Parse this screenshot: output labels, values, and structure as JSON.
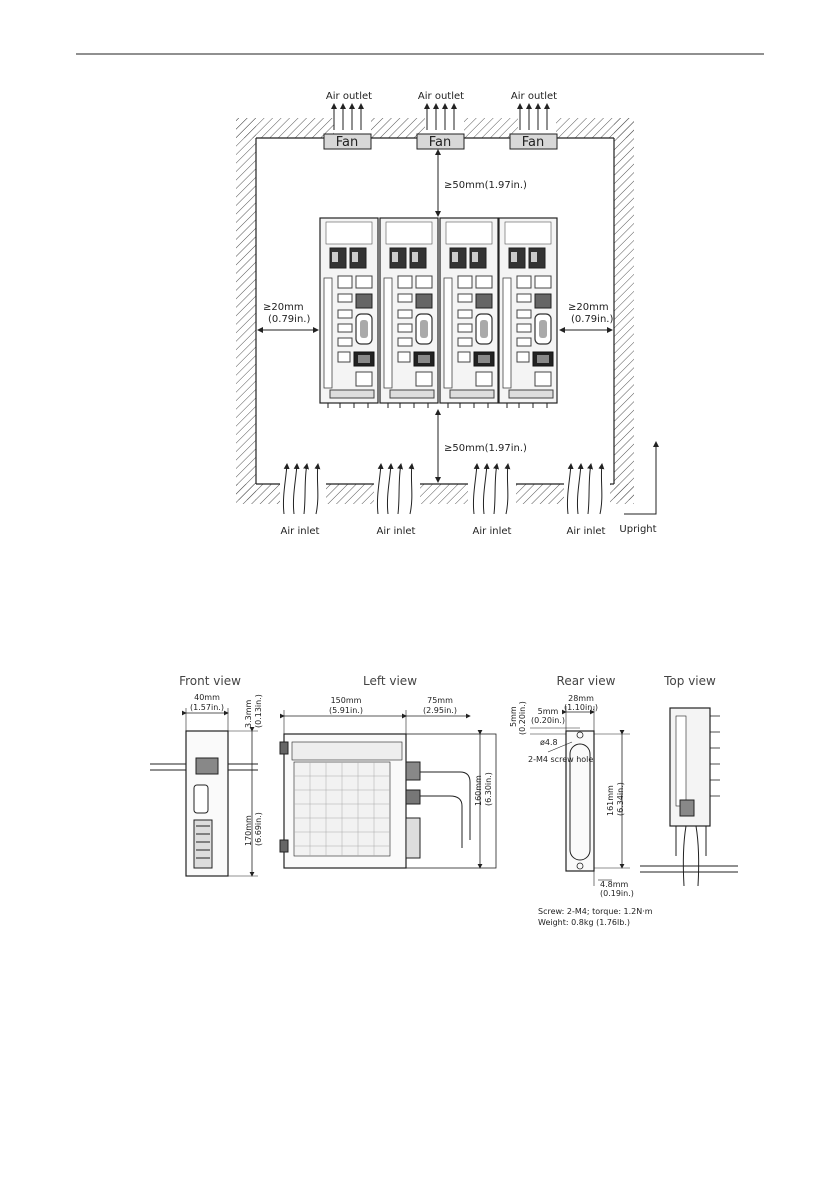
{
  "figure1": {
    "air_outlet": "Air outlet",
    "fan": "Fan",
    "air_inlet": "Air inlet",
    "upright": "Upright",
    "top_clear": "≥50mm(1.97in.)",
    "bottom_clear": "≥50mm(1.97in.)",
    "left_clear_mm": "≥20mm",
    "left_clear_in": "(0.79in.)",
    "right_clear_mm": "≥20mm",
    "right_clear_in": "(0.79in.)"
  },
  "figure2": {
    "front_view": "Front view",
    "left_view": "Left view",
    "rear_view": "Rear view",
    "top_view": "Top view",
    "d_40mm": "40mm",
    "d_40in": "(1.57in.)",
    "d_33mm": "3.3mm",
    "d_33in": "(0.13in.)",
    "d_170mm": "170mm",
    "d_170in": "(6.69in.)",
    "d_150mm": "150mm",
    "d_150in": "(5.91in.)",
    "d_75mm": "75mm",
    "d_75in": "(2.95in.)",
    "d_160mm": "160mm",
    "d_160in": "(6.30in.)",
    "d_5mm_v": "5mm",
    "d_5in_v": "(0.20in.)",
    "d_5mm_h": "5mm",
    "d_5in_h": "(0.20in.)",
    "d_28mm": "28mm",
    "d_28in": "(1.10in.)",
    "d_phi": "ø4.8",
    "d_screw": "2-M4 screw hole",
    "d_161mm": "161mm",
    "d_161in": "(6.34in.)",
    "d_48mm": "4.8mm",
    "d_48in": "(0.19in.)",
    "note_screw": "Screw: 2-M4; torque: 1.2N·m",
    "note_weight": "Weight: 0.8kg (1.76lb.)"
  }
}
